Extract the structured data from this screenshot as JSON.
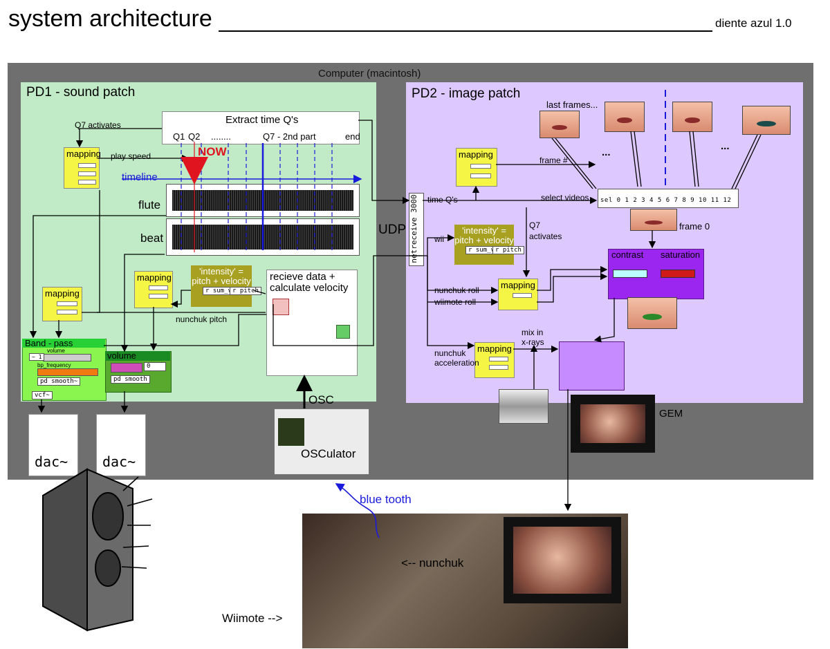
{
  "header": {
    "title": "system architecture",
    "version": "diente azul 1.0"
  },
  "computer": {
    "label": "Computer (macintosh)"
  },
  "pd1": {
    "title": "PD1 - sound patch",
    "q7_activates": "Q7  activates",
    "play_speed": "play speed",
    "extract_time": "Extract time Q's",
    "q1": "Q1",
    "q2": "Q2",
    "dots": "........",
    "q7_2nd": "Q7 - 2nd part",
    "end": "end",
    "now": "NOW",
    "timeline": "timeline",
    "flute": "flute",
    "beat": "beat",
    "mapping_label": "mapping",
    "intensity_label": "'intensity' = pitch + velocity",
    "r_sum_vel": "r sum_vel",
    "r_pitch": "r pitch",
    "receive_data": "recieve data + calculate velocity",
    "nunchuk_pitch": "nunchuk pitch",
    "bandpass": "Band - pass",
    "bp_volume": "volume",
    "bp_frequency": "bp_frequency",
    "pd_smooth": "pd smooth~",
    "vcf": "vcf~",
    "volume": "volume",
    "pd_smooth2": "pd smooth",
    "dac": "dac~"
  },
  "middle": {
    "udp": "UDP",
    "netreceive": "netreceive 3000",
    "osc": "OSC",
    "osculator": "OSCulator",
    "bluetooth": "blue tooth"
  },
  "pd2": {
    "title": "PD2 - image patch",
    "last_frames": "last frames...",
    "ellipsis1": "...",
    "ellipsis2": "...",
    "mapping_label": "mapping",
    "frame_num": "frame #",
    "time_qs": "time Q's",
    "select_videos": "select videos",
    "sel": "sel 0 1 2 3 4 5 6 7 8 9 10 11 12",
    "frame0": "frame 0",
    "q7_activates": "Q7 activates",
    "wii": "wii",
    "intensity_label": "'intensity' = pitch + velocity",
    "r_sum_vel": "r sum_vel",
    "r_pitch": "r pitch",
    "nunchuk_roll": "nunchuk roll",
    "wiimote_roll": "wiimote roll",
    "contrast": "contrast",
    "saturation": "saturation",
    "nunchuk_accel": "nunchuk acceleration",
    "mix_xrays": "mix in x-rays",
    "gem": "GEM"
  },
  "bottom": {
    "nunchuk": "<-- nunchuk",
    "wiimote": "Wiimote -->"
  },
  "colors": {
    "pd1_bg": "#c1eac7",
    "pd2_bg": "#ddc9ff",
    "computer_bg": "#6f6f6f",
    "now": "#e0141e",
    "timeline": "#1a1adc",
    "mapping": "#f5f545",
    "intensity": "#a8a020"
  }
}
